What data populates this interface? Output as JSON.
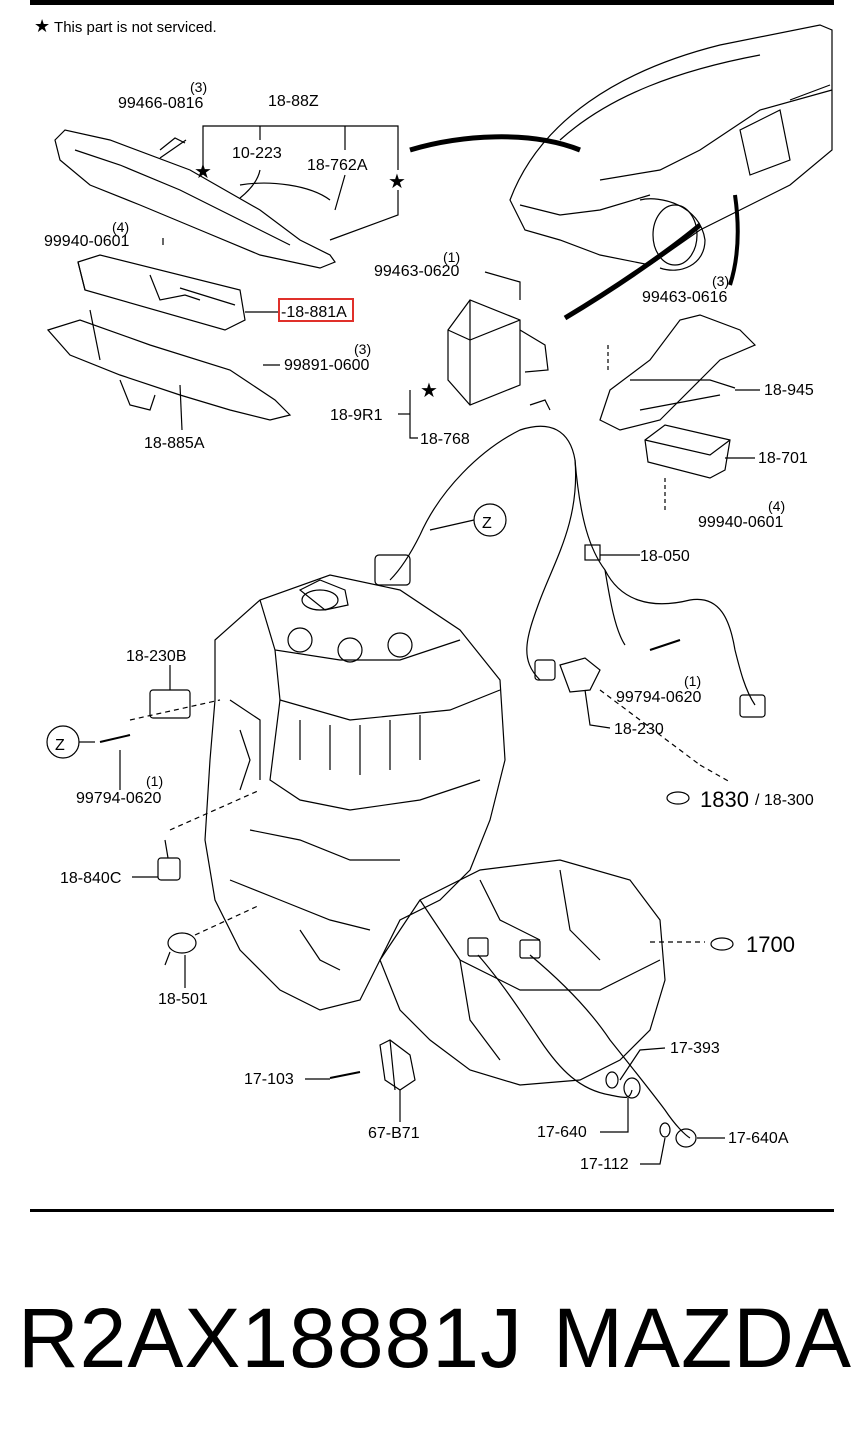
{
  "notice": {
    "star": "★",
    "text": "This part is not serviced."
  },
  "highlight_color": "#e0302a",
  "callouts": {
    "p99466_0816": {
      "code": "99466-0816",
      "qty": "(3)"
    },
    "p18_88Z": "18-88Z",
    "p10_223": "10-223",
    "p18_762A": "18-762A",
    "p99940_0601_left": {
      "code": "99940-0601",
      "qty": "(4)"
    },
    "p18_881A": "-18-881A",
    "p99891_0600": {
      "code": "99891-0600",
      "qty": "(3)"
    },
    "p18_885A": "18-885A",
    "p99463_0620": {
      "code": "99463-0620",
      "qty": "(1)"
    },
    "p18_9R1": "18-9R1",
    "p18_768": "18-768",
    "p99463_0616": {
      "code": "99463-0616",
      "qty": "(3)"
    },
    "p18_945": "18-945",
    "p18_701": "18-701",
    "p99940_0601_right": {
      "code": "99940-0601",
      "qty": "(4)"
    },
    "p18_050": "18-050",
    "p18_230B": "18-230B",
    "p99794_0620_right": {
      "code": "99794-0620",
      "qty": "(1)"
    },
    "p18_230": "18-230",
    "p99794_0620_left": {
      "code": "99794-0620",
      "qty": "(1)"
    },
    "ref_1830": {
      "big": "1830",
      "small": "/ 18-300"
    },
    "p18_840C": "18-840C",
    "ref_1700": "1700",
    "p18_501": "18-501",
    "p17_393": "17-393",
    "p17_103": "17-103",
    "p67_B71": "67-B71",
    "p17_640": "17-640",
    "p17_640A": "17-640A",
    "p17_112": "17-112",
    "z_marker": "Z"
  },
  "footer": {
    "part_number": "R2AX18881J",
    "brand": "MAZDA"
  }
}
